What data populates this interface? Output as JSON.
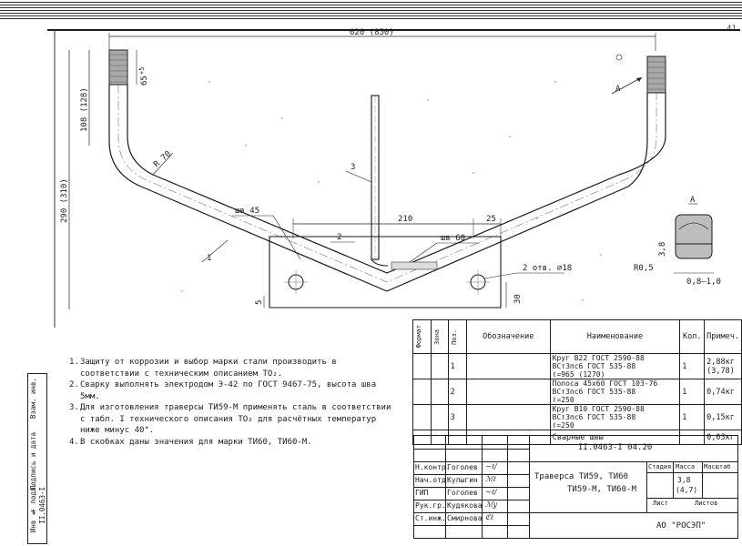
{
  "window": {
    "page_number": "41"
  },
  "drawing": {
    "dims": {
      "overall_width": "620 (850)",
      "height_total": "290 (310)",
      "end_height": "108 (128)",
      "thread_len": "65",
      "thread_tol": "+5",
      "radius": "R 70",
      "weld_legend_1": "шв 45",
      "weld_legend_2": "шв 60",
      "plate_len": "210",
      "plate_offset": "25",
      "holes": "2 отв. ⌀18",
      "plate_gap": "5",
      "plate_height": "30",
      "section_r": "R0,5",
      "section_h": "3,8",
      "section_t": "0,8–1,0"
    },
    "positions": {
      "p1": "1",
      "p2": "2",
      "p3": "3",
      "view_a": "А",
      "section_a": "А"
    }
  },
  "notes": [
    {
      "num": "1.",
      "text": "Защиту от коррозии и выбор марки стали производить в соответствии с техническим описанием ТО₂."
    },
    {
      "num": "2.",
      "text": "Сварку выполнять электродом Э-42 по ГОСТ 9467-75, высота шва 5мм."
    },
    {
      "num": "3.",
      "text": "Для изготовления траверсы ТИ59-М применять сталь в соответствии с табл. I технического описания ТО₂ для расчётных температур ниже минус 40°."
    },
    {
      "num": "4.",
      "text": "В скобках даны значения для марки ТИ60, ТИ60-М."
    }
  ],
  "spec": {
    "headers": {
      "format": "Формат",
      "zone": "Зона",
      "pos": "Поз.",
      "designation": "Обозначение",
      "name": "Наименование",
      "qty": "Кол.",
      "note": "Примеч."
    },
    "rows": [
      {
        "pos": "1",
        "kind": "Круг",
        "m1": "В22 ГОСТ 2590-88",
        "m2": "ВСт3пс6 ГОСТ 535-88",
        "m3": "ℓ=965 (1270)",
        "qty": "1",
        "note": "2,88кг (3,78)"
      },
      {
        "pos": "2",
        "kind": "Полоса",
        "m1": "45х60 ГОСТ 103-76",
        "m2": "ВСт3пс6 ГОСТ 535-88",
        "m3": "ℓ=250",
        "qty": "1",
        "note": "0,74кг"
      },
      {
        "pos": "3",
        "kind": "Круг",
        "m1": "В10 ГОСТ 2590-88",
        "m2": "ВСт3пс6 ГОСТ 535-88",
        "m3": "ℓ=250",
        "qty": "1",
        "note": "0,15кг"
      }
    ],
    "welds": {
      "name": "Сварные швы",
      "note": "0,03кг"
    }
  },
  "title_block": {
    "doc_code": "II.0463-I 04.20",
    "title_line1": "Траверса ТИ59, ТИ60",
    "title_line2": "ТИ59-М, ТИ60-М",
    "stage_lbl": "Стадия",
    "mass_lbl": "Масса",
    "scale_lbl": "Масштаб",
    "mass_val": "3,8",
    "mass_alt": "(4,7)",
    "sheet_lbl": "Лист",
    "sheets_lbl": "Листов",
    "org": "АО \"РОСЭП\"",
    "rows": [
      {
        "role": "Н.контр.",
        "name": "Гоголев"
      },
      {
        "role": "Нач.отд.",
        "name": "Кулыгин"
      },
      {
        "role": "ГИП",
        "name": "Гоголев"
      },
      {
        "role": "Рук.гр.",
        "name": "Кудякова"
      },
      {
        "role": "Ст.инж.",
        "name": "Смирнова"
      }
    ]
  },
  "sidebar": {
    "label1": "Инв № подл.",
    "label2": "Подпись и дата",
    "label3": "Взам. инв.",
    "value": "II.0463-I"
  }
}
